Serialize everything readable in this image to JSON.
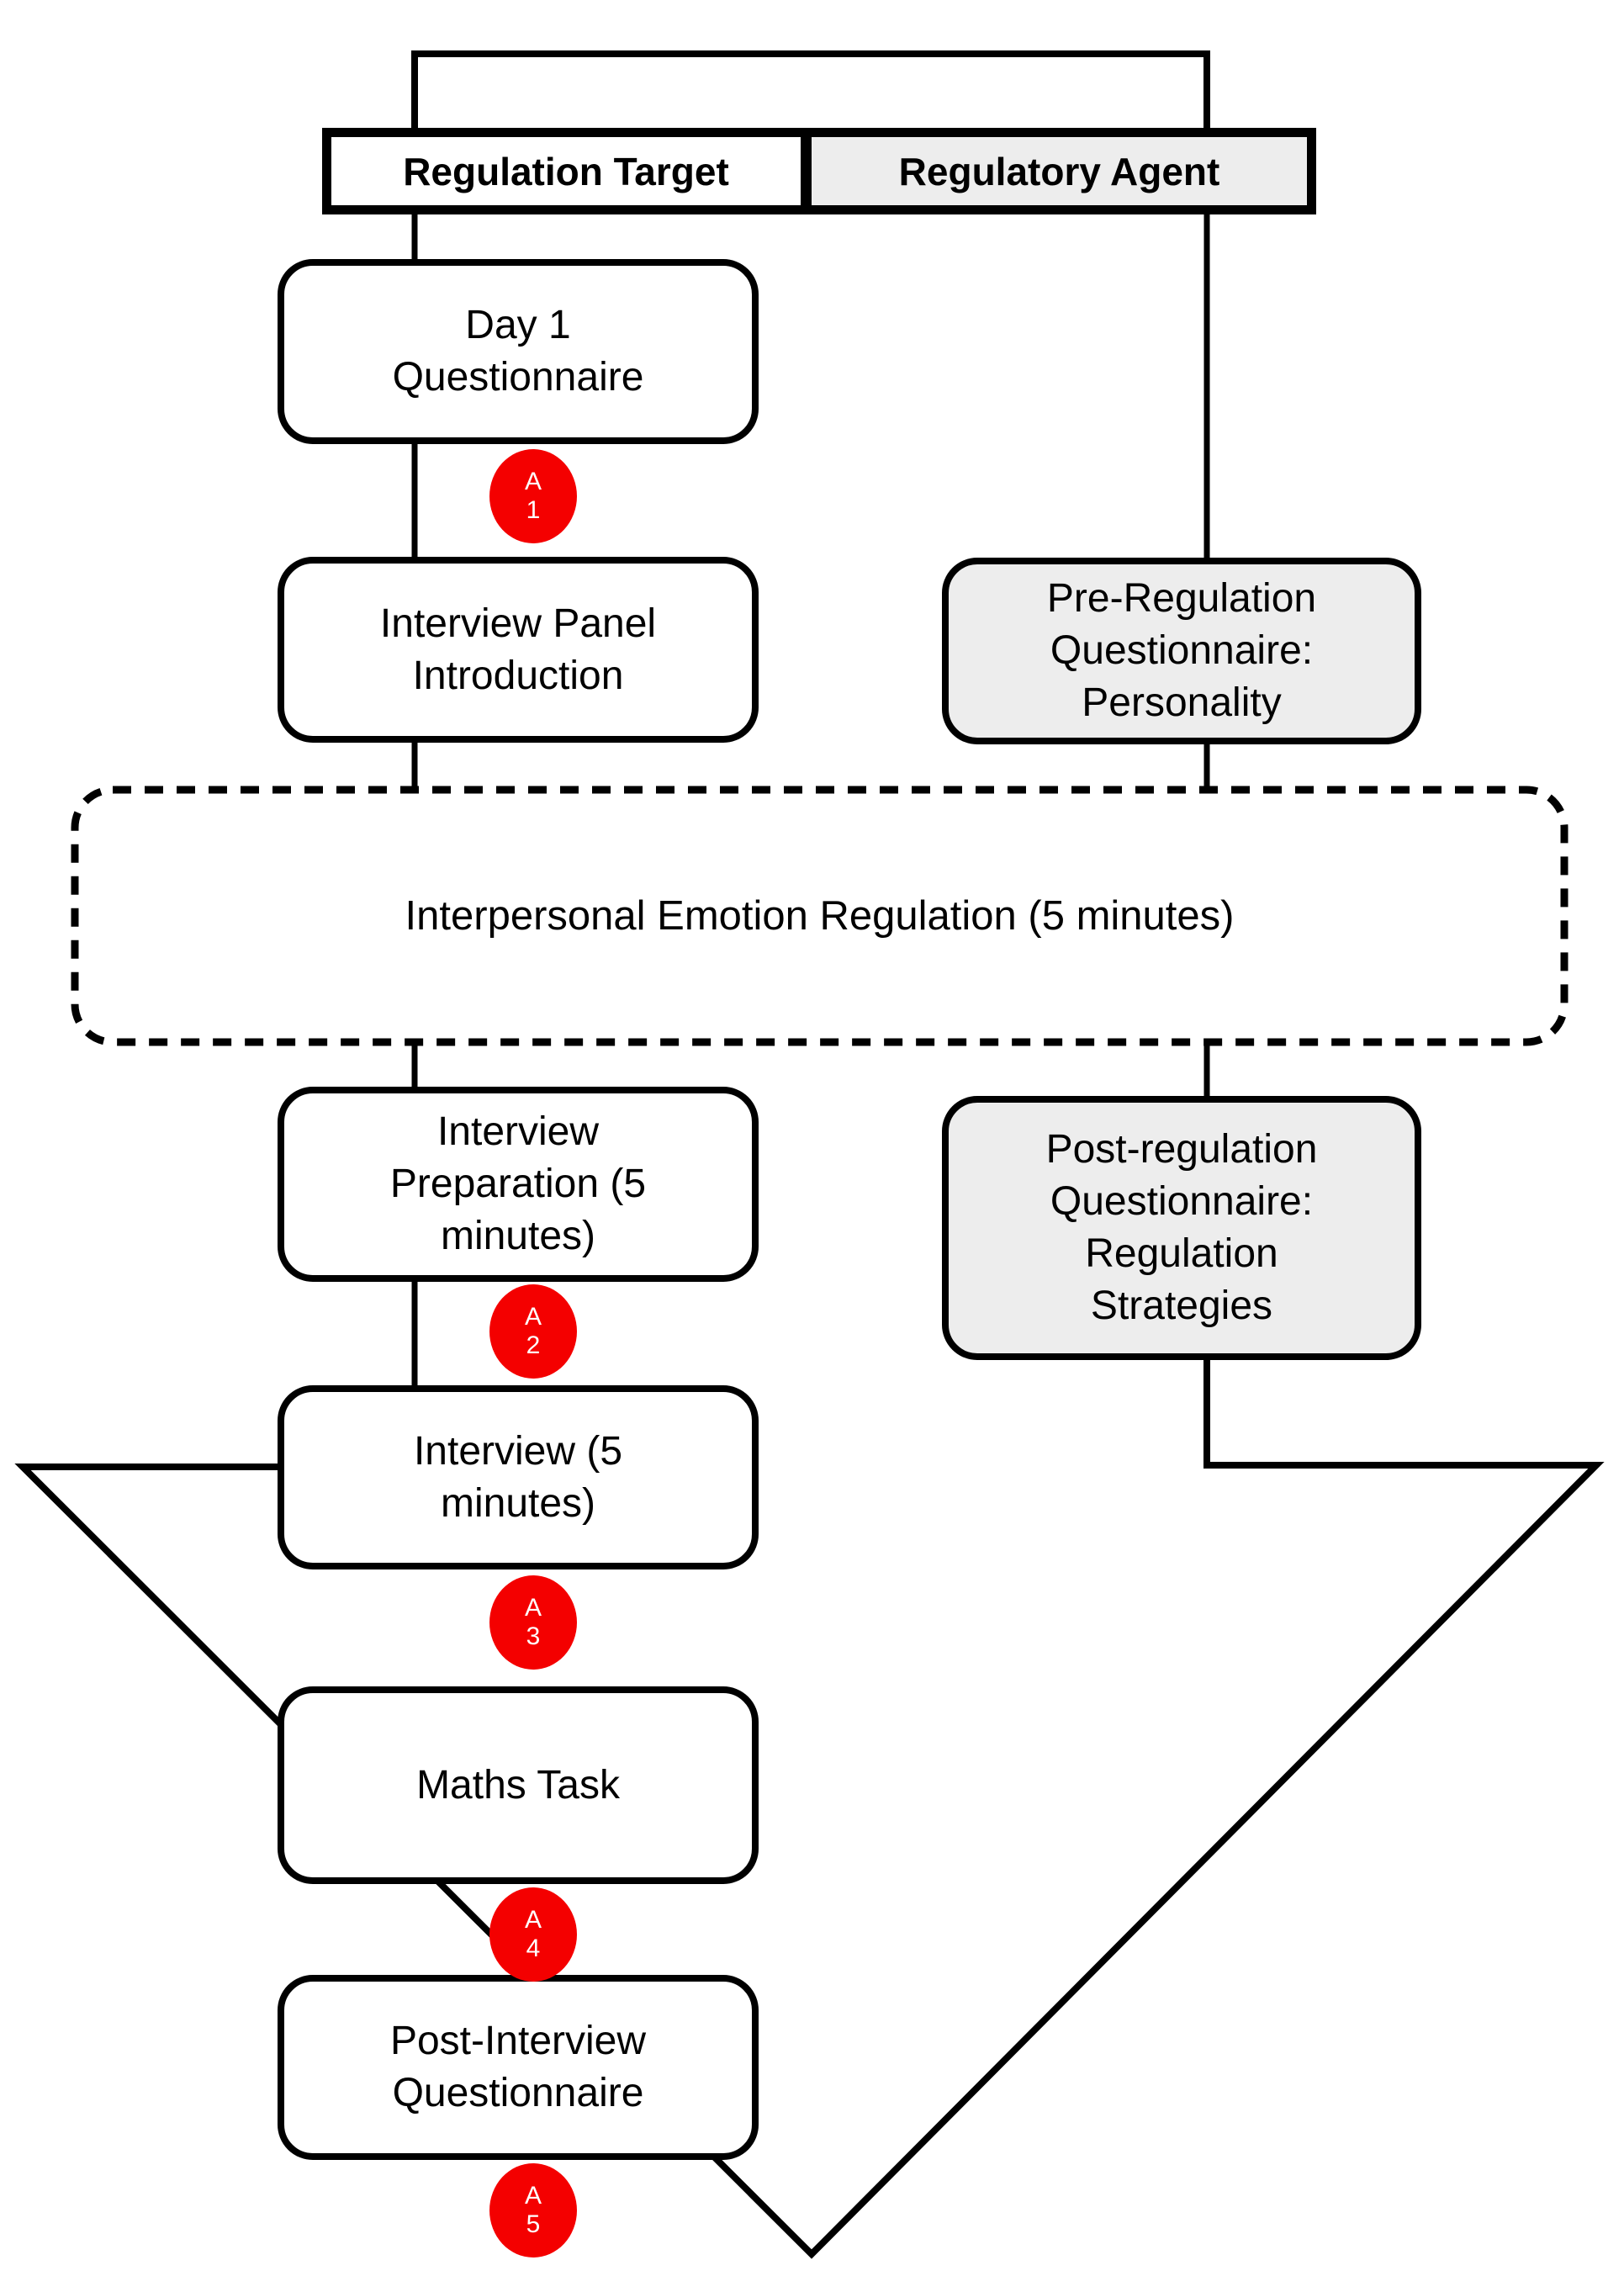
{
  "columns": {
    "left_header": "Regulation Target",
    "right_header": "Regulatory Agent"
  },
  "target_steps": [
    {
      "id": "day1",
      "label": "Day 1\nQuestionnaire"
    },
    {
      "id": "panel",
      "label": "Interview Panel\nIntroduction"
    },
    {
      "id": "prep",
      "label": "Interview\nPreparation (5\nminutes)"
    },
    {
      "id": "interview",
      "label": "Interview (5\nminutes)"
    },
    {
      "id": "maths",
      "label": "Maths Task"
    },
    {
      "id": "postint",
      "label": "Post-Interview\nQuestionnaire"
    }
  ],
  "agent_steps": [
    {
      "id": "prereg",
      "label": "Pre-Regulation\nQuestionnaire:\nPersonality"
    },
    {
      "id": "postreg",
      "label": "Post-regulation\nQuestionnaire:\nRegulation\nStrategies"
    }
  ],
  "shared_step": {
    "label": "Interpersonal Emotion Regulation (5 minutes)"
  },
  "appendix_markers": [
    {
      "letter": "A",
      "number": "1"
    },
    {
      "letter": "A",
      "number": "2"
    },
    {
      "letter": "A",
      "number": "3"
    },
    {
      "letter": "A",
      "number": "4"
    },
    {
      "letter": "A",
      "number": "5"
    }
  ],
  "colors": {
    "line": "#000000",
    "agent_fill": "#ededed",
    "badge_red": "#f40000"
  }
}
